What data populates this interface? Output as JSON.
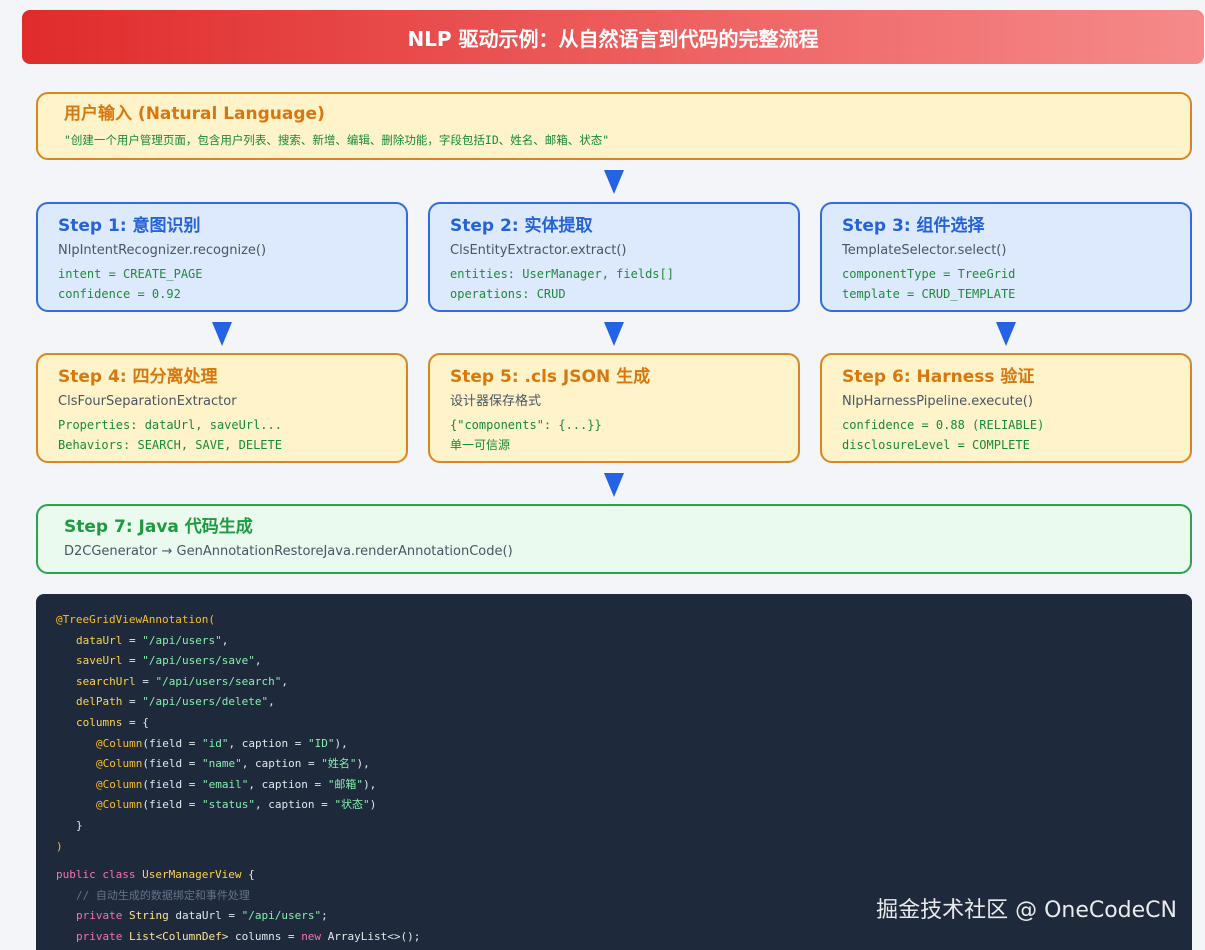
{
  "header": {
    "title": "NLP 驱动示例：从自然语言到代码的完整流程"
  },
  "input": {
    "title": "用户输入 (Natural Language)",
    "quote": "\"创建一个用户管理页面，包含用户列表、搜索、新增、编辑、删除功能，字段包括ID、姓名、邮箱、状态\""
  },
  "steps": [
    {
      "title": "Step 1: 意图识别",
      "method": "NlpIntentRecognizer.recognize()",
      "lines": [
        "intent = CREATE_PAGE",
        "confidence = 0.92"
      ]
    },
    {
      "title": "Step 2: 实体提取",
      "method": "ClsEntityExtractor.extract()",
      "lines": [
        "entities: UserManager, fields[]",
        "operations: CRUD"
      ]
    },
    {
      "title": "Step 3: 组件选择",
      "method": "TemplateSelector.select()",
      "lines": [
        "componentType = TreeGrid",
        "template = CRUD_TEMPLATE"
      ]
    },
    {
      "title": "Step 4: 四分离处理",
      "method": "ClsFourSeparationExtractor",
      "lines": [
        "Properties: dataUrl, saveUrl...",
        "Behaviors: SEARCH, SAVE, DELETE"
      ]
    },
    {
      "title": "Step 5: .cls JSON 生成",
      "method": "设计器保存格式",
      "lines": [
        "{\"components\": {...}}",
        "单一可信源"
      ]
    },
    {
      "title": "Step 6: Harness 验证",
      "method": "NlpHarnessPipeline.execute()",
      "lines": [
        "confidence = 0.88 (RELIABLE)",
        "disclosureLevel = COMPLETE"
      ]
    },
    {
      "title": "Step 7: Java 代码生成",
      "method": "D2CGenerator → GenAnnotationRestoreJava.renderAnnotationCode()",
      "lines": []
    }
  ],
  "code": {
    "annotation": "@TreeGridViewAnnotation(",
    "attrs": [
      {
        "key": "dataUrl",
        "value": "\"/api/users\""
      },
      {
        "key": "saveUrl",
        "value": "\"/api/users/save\""
      },
      {
        "key": "searchUrl",
        "value": "\"/api/users/search\""
      },
      {
        "key": "delPath",
        "value": "\"/api/users/delete\""
      }
    ],
    "columns_key": "columns",
    "column_ann": "@Column",
    "columns": [
      {
        "field": "\"id\"",
        "caption": "\"ID\""
      },
      {
        "field": "\"name\"",
        "caption": "\"姓名\""
      },
      {
        "field": "\"email\"",
        "caption": "\"邮箱\""
      },
      {
        "field": "\"status\"",
        "caption": "\"状态\""
      }
    ],
    "class_decl_kw": "public class",
    "class_name": "UserManagerView",
    "comment": "// 自动生成的数据绑定和事件处理",
    "field1_kw": "private",
    "field1_type": "String",
    "field1_name": "dataUrl",
    "field1_value": "\"/api/users\"",
    "field2_kw": "private",
    "field2_type": "List<ColumnDef>",
    "field2_name": "columns",
    "field2_new": "new",
    "field2_value": "ArrayList<>();"
  },
  "watermark": "掘金技术社区 @ OneCodeCN"
}
